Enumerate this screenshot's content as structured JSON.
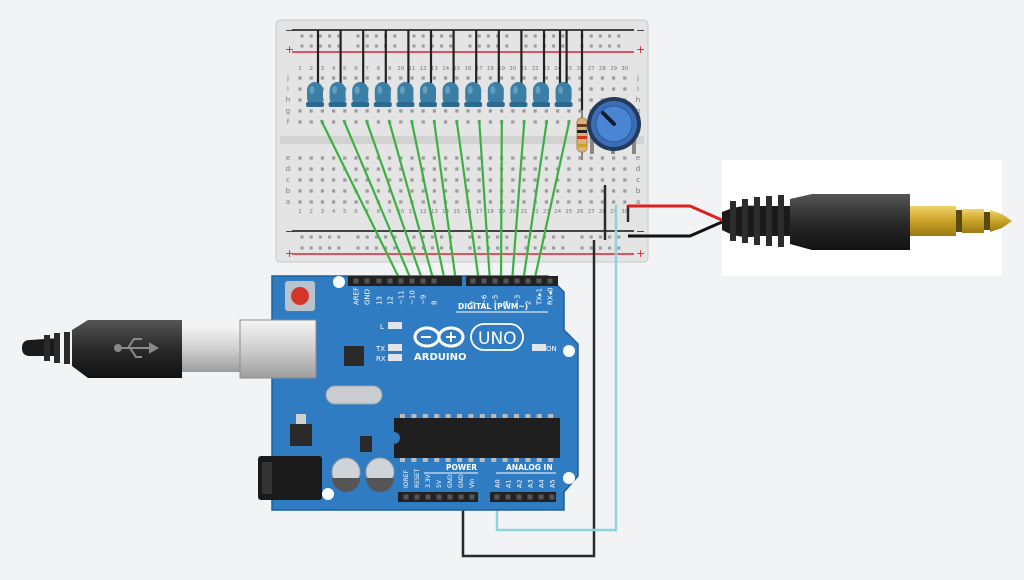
{
  "board": {
    "label_digital": "DIGITAL (PWM~)",
    "label_brand": "ARDUINO",
    "label_model": "UNO",
    "label_on": "ON",
    "label_l": "L",
    "label_tx": "TX",
    "label_rx": "RX",
    "label_power": "POWER",
    "label_analog": "ANALOG IN",
    "digital_pins": [
      "AREF",
      "GND",
      "13",
      "12",
      "~11",
      "~10",
      "~9",
      "8",
      "7",
      "~6",
      "~5",
      "4",
      "~3",
      "2",
      "TX▸1",
      "RX◂0"
    ],
    "power_pins": [
      "IOREF",
      "RESET",
      "3.3V",
      "5V",
      "GND",
      "GND",
      "Vin"
    ],
    "analog_pins": [
      "A0",
      "A1",
      "A2",
      "A3",
      "A4",
      "A5"
    ]
  },
  "breadboard": {
    "rail_plus": "+",
    "rail_minus": "−",
    "rows_top": [
      "j",
      "i",
      "h",
      "g",
      "f"
    ],
    "rows_bottom": [
      "e",
      "d",
      "c",
      "b",
      "a"
    ],
    "column_numbers": [
      "1",
      "2",
      "3",
      "4",
      "5",
      "6",
      "7",
      "8",
      "9",
      "10",
      "11",
      "12",
      "13",
      "14",
      "15",
      "16",
      "17",
      "18",
      "19",
      "20",
      "21",
      "22",
      "23",
      "24",
      "25",
      "26",
      "27",
      "28",
      "29",
      "30"
    ]
  },
  "components": {
    "led_count": 12,
    "led_color": "#3b7fa6",
    "potentiometer_color": "#2f6fbf",
    "jack_tip_color": "#c9a227"
  },
  "wires": {
    "signal_color": "#3cb043",
    "power_color": "#e02020",
    "ground_color": "#222222",
    "analog_color": "#7ec8d6"
  }
}
